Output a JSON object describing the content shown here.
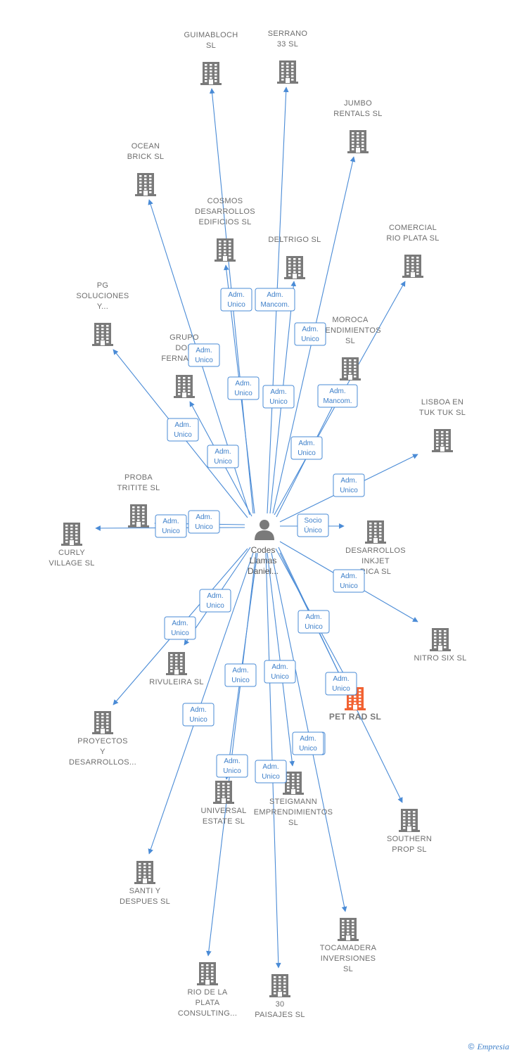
{
  "center": {
    "label_lines": [
      "Codes",
      "Llamas",
      "Daniel..."
    ]
  },
  "colors": {
    "edge": "#4a8bd6",
    "building": "#7a7a7a",
    "highlight": "#f26232",
    "person": "#7a7a7a"
  },
  "companies": [
    {
      "id": "guimabloch",
      "lines": [
        "GUIMABLOCH",
        "SL"
      ]
    },
    {
      "id": "serrano",
      "lines": [
        "SERRANO",
        "33  SL"
      ]
    },
    {
      "id": "jumbo",
      "lines": [
        "JUMBO",
        "RENTALS  SL"
      ]
    },
    {
      "id": "ocean",
      "lines": [
        "OCEAN",
        "BRICK  SL"
      ]
    },
    {
      "id": "cosmos",
      "lines": [
        "COSMOS",
        "DESARROLLOS",
        "EDIFICIOS  SL"
      ]
    },
    {
      "id": "deltrigo",
      "lines": [
        "DELTRIGO  SL"
      ]
    },
    {
      "id": "comercial",
      "lines": [
        "COMERCIAL",
        "RIO PLATA  SL"
      ]
    },
    {
      "id": "pg",
      "lines": [
        "PG",
        "SOLUCIONES",
        "Y..."
      ]
    },
    {
      "id": "moroca",
      "lines": [
        "MOROCA",
        "RENDIMIENTOS",
        "SL"
      ]
    },
    {
      "id": "grupo",
      "lines": [
        "GRUPO",
        "DON",
        "FERNAND..."
      ]
    },
    {
      "id": "lisboa",
      "lines": [
        "LISBOA EN",
        "TUK TUK  SL"
      ]
    },
    {
      "id": "proba",
      "lines": [
        "PROBA",
        "TRITITE  SL"
      ]
    },
    {
      "id": "curly",
      "lines": [
        "CURLY",
        "VILLAGE  SL"
      ]
    },
    {
      "id": "desarrollos_inkjet",
      "lines": [
        "DESARROLLOS",
        "INKJET",
        "RICA  SL"
      ]
    },
    {
      "id": "nitro",
      "lines": [
        "NITRO SIX  SL"
      ]
    },
    {
      "id": "rivuleira",
      "lines": [
        "RIVULEIRA  SL"
      ]
    },
    {
      "id": "petrad",
      "lines": [
        "PET RAD  SL"
      ],
      "highlight": true
    },
    {
      "id": "proyectos",
      "lines": [
        "PROYECTOS",
        "Y",
        "DESARROLLOS..."
      ]
    },
    {
      "id": "steigmann",
      "lines": [
        "STEIGMANN",
        "EMPRENDIMIENTOS",
        "SL"
      ]
    },
    {
      "id": "universal",
      "lines": [
        "UNIVERSAL",
        "ESTATE  SL"
      ]
    },
    {
      "id": "southern",
      "lines": [
        "SOUTHERN",
        "PROP  SL"
      ]
    },
    {
      "id": "santi",
      "lines": [
        "SANTI Y",
        "DESPUES  SL"
      ]
    },
    {
      "id": "tocamadera",
      "lines": [
        "TOCAMADERA",
        "INVERSIONES",
        "SL"
      ]
    },
    {
      "id": "riodelaplata",
      "lines": [
        "RIO DE LA",
        "PLATA",
        "CONSULTING..."
      ]
    },
    {
      "id": "paisajes",
      "lines": [
        "30",
        "PAISAJES  SL"
      ]
    }
  ],
  "relations": [
    {
      "to": "guimabloch",
      "lines": [
        "Adm.",
        "Unico"
      ]
    },
    {
      "to": "serrano",
      "lines": [
        "Adm.",
        "Mancom."
      ]
    },
    {
      "to": "jumbo",
      "lines": [
        "Adm.",
        "Unico"
      ]
    },
    {
      "to": "ocean",
      "lines": [
        "Adm.",
        "Unico"
      ]
    },
    {
      "to": "cosmos",
      "lines": [
        "Adm.",
        "Unico"
      ]
    },
    {
      "to": "deltrigo",
      "lines": [
        "Adm.",
        "Unico"
      ]
    },
    {
      "to": "comercial",
      "lines": [
        "Adm.",
        "Unico"
      ]
    },
    {
      "to": "pg",
      "lines": [
        "Adm.",
        "Unico"
      ]
    },
    {
      "to": "moroca",
      "lines": [
        "Adm.",
        "Mancom."
      ]
    },
    {
      "to": "grupo",
      "lines": [
        "Adm.",
        "Unico"
      ]
    },
    {
      "to": "lisboa",
      "lines": [
        "Adm.",
        "Unico"
      ]
    },
    {
      "to": "proba",
      "lines": [
        "Adm.",
        "Unico"
      ]
    },
    {
      "to": "curly",
      "lines": [
        "Adm.",
        "Unico"
      ]
    },
    {
      "to": "desarrollos_inkjet",
      "lines": [
        "Socio",
        "Único"
      ]
    },
    {
      "to": "nitro",
      "lines": [
        "Adm.",
        "Unico"
      ]
    },
    {
      "to": "rivuleira",
      "lines": [
        "Adm.",
        "Unico"
      ]
    },
    {
      "to": "petrad",
      "lines": [
        "Adm.",
        "Unico"
      ]
    },
    {
      "to": "petrad",
      "lines": [
        "Adm.",
        "Unico"
      ]
    },
    {
      "to": "proyectos",
      "lines": [
        "Adm.",
        "Unico"
      ]
    },
    {
      "to": "steigmann",
      "lines": [
        "Adm.",
        "Unico"
      ]
    },
    {
      "to": "universal",
      "lines": [
        "Adm.",
        "Unico"
      ]
    },
    {
      "to": "southern",
      "lines": [
        "Adm.",
        "Unico"
      ]
    },
    {
      "to": "santi",
      "lines": [
        "Adm.",
        "Unico"
      ]
    },
    {
      "to": "tocamadera",
      "lines": [
        "Adm.",
        "Unico"
      ]
    },
    {
      "to": "riodelaplata",
      "lines": [
        "Adm.",
        "Unico"
      ]
    },
    {
      "to": "paisajes",
      "lines": [
        "Adm.",
        "Unico"
      ]
    }
  ],
  "footer": {
    "copyright": "©",
    "brand": "Empresia"
  }
}
